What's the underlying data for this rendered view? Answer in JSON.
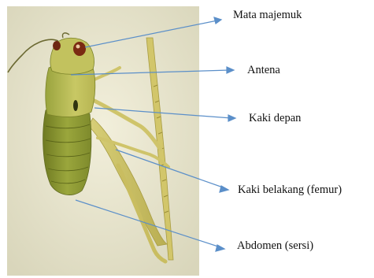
{
  "figure": {
    "subject": "grasshopper photograph",
    "colors": {
      "background": "#ffffff",
      "photo_background": "#e9e6cf",
      "leader_line": "#5b8fc9",
      "body_green": "#8e9a33",
      "body_yellow": "#c9c566",
      "abdomen_dark": "#6b7326",
      "eye": "#7a2a12"
    },
    "labels": [
      "Mata majemuk",
      "Antena",
      "Kaki depan",
      "Kaki belakang (femur)",
      "Abdomen (sersi)"
    ]
  }
}
